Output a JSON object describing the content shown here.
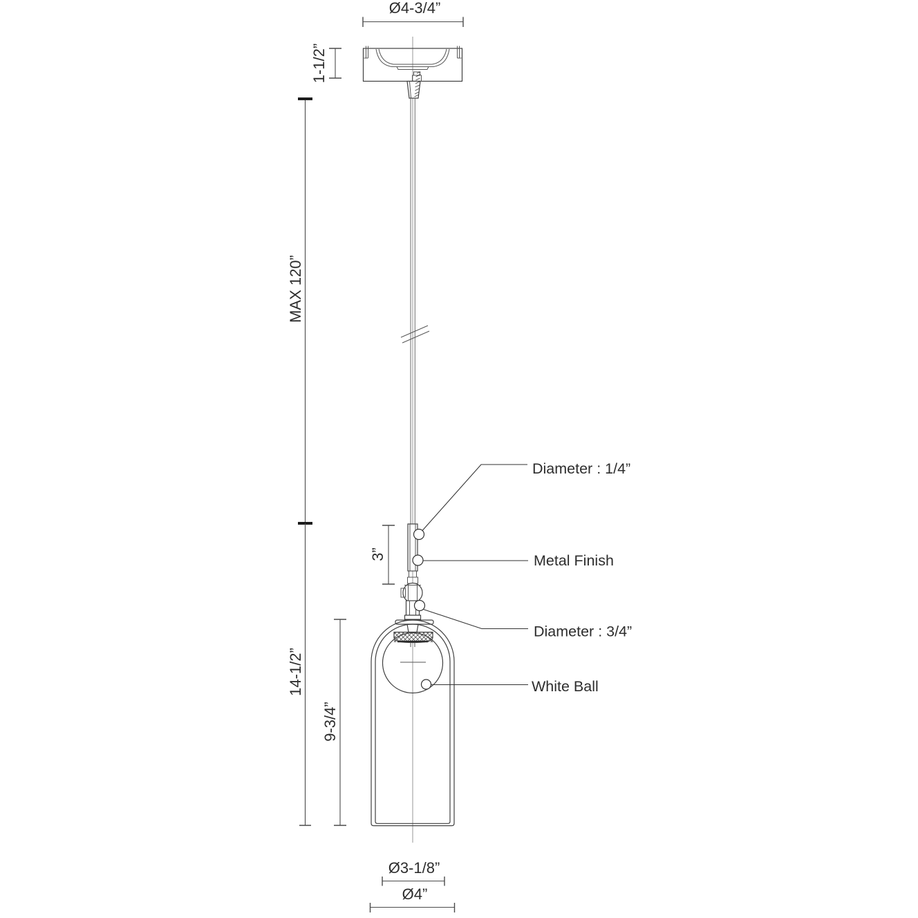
{
  "meta": {
    "background": "#ffffff",
    "line_color": "#3f3f3f",
    "dimension_color": "#4a4a4a",
    "text_color": "#2d2d2d"
  },
  "dimensions": {
    "canopy_diameter": "Ø4-3/4”",
    "canopy_height": "1-1/2”",
    "max_suspension": "MAX 120”",
    "stem_length": "3”",
    "fixture_height": "14-1/2”",
    "glass_height": "9-3/4”",
    "glass_bottom_diameter": "Ø3-1/8”",
    "glass_max_diameter": "Ø4”"
  },
  "callouts": {
    "cable_diameter": "Diameter : 1/4”",
    "metal_finish": "Metal Finish",
    "stem_diameter": "Diameter : 3/4”",
    "white_ball": "White Ball"
  }
}
